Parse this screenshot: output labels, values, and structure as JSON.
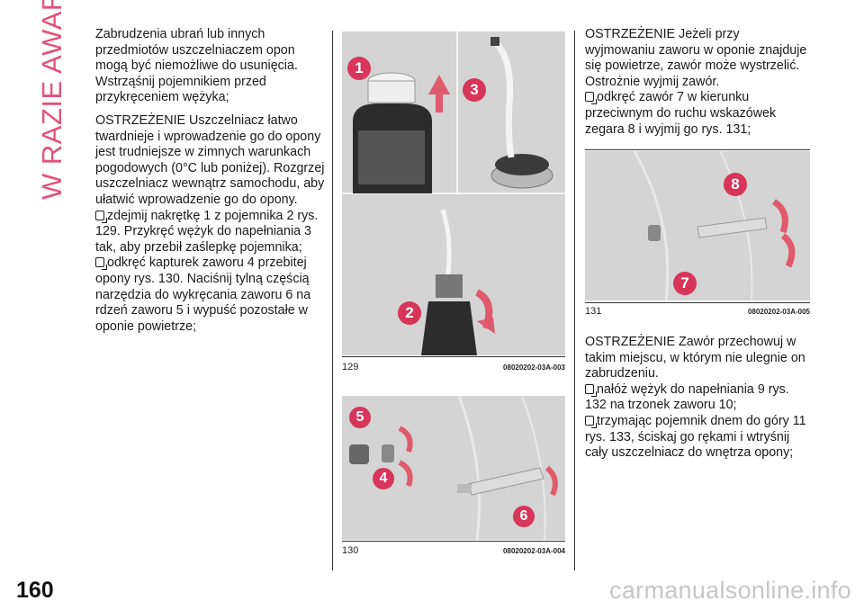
{
  "page": {
    "side_title": "W RAZIE AWARII",
    "page_number": "160",
    "watermark": "carmanualsonline.info"
  },
  "column1": {
    "p1": "Zabrudzenia ubrań lub innych przedmiotów uszczelniaczem opon mogą być niemożliwe do usunięcia. Wstrząśnij pojemnikiem przed przykręceniem wężyka;",
    "p2": "OSTRZEŻENIE Uszczelniacz łatwo twardnieje i wprowadzenie go do opony jest trudniejsze w zimnych warunkach pogodowych (0°C lub poniżej). Rozgrzej uszczelniacz wewnątrz samochodu, aby ułatwić wprowadzenie go do opony.",
    "b1": "zdejmij nakrętkę 1 z pojemnika 2 rys. 129. Przykręć wężyk do napełniania 3 tak, aby przebił zaślepkę pojemnika;",
    "b2": "odkręć kapturek zaworu 4 przebitej opony rys. 130. Naciśnij tylną częścią narzędzia do wykręcania zaworu 6 na rdzeń zaworu 5 i wypuść pozostałe w oponie powietrze;"
  },
  "column3": {
    "p1": "OSTRZEŻENIE Jeżeli przy wyjmowaniu zaworu w oponie znajduje się powietrze, zawór może wystrzelić. Ostrożnie wyjmij zawór.",
    "b1": "odkręć zawór 7 w kierunku przeciwnym do ruchu wskazówek zegara 8 i wyjmij go rys. 131;",
    "p2": "OSTRZEŻENIE Zawór przechowuj w takim miejscu, w którym nie ulegnie on zabrudzeniu.",
    "b2": "nałóż wężyk do napełniania 9 rys. 132 na trzonek zaworu 10;",
    "b3": "trzymając pojemnik dnem do góry 11 rys. 133, ściskaj go rękami i wtryśnij cały uszczelniacz do wnętrza opony;"
  },
  "figures": {
    "fig129": {
      "number": "129",
      "code": "08020202-03A-003",
      "callouts": [
        "1",
        "2",
        "3"
      ]
    },
    "fig130": {
      "number": "130",
      "code": "08020202-03A-004",
      "callouts": [
        "5",
        "4",
        "6"
      ]
    },
    "fig131": {
      "number": "131",
      "code": "08020202-03A-005",
      "callouts": [
        "8",
        "7"
      ]
    }
  },
  "colors": {
    "accent": "#e2517a",
    "callout": "#d8355a",
    "photo_bg": "#d4d4d4"
  }
}
